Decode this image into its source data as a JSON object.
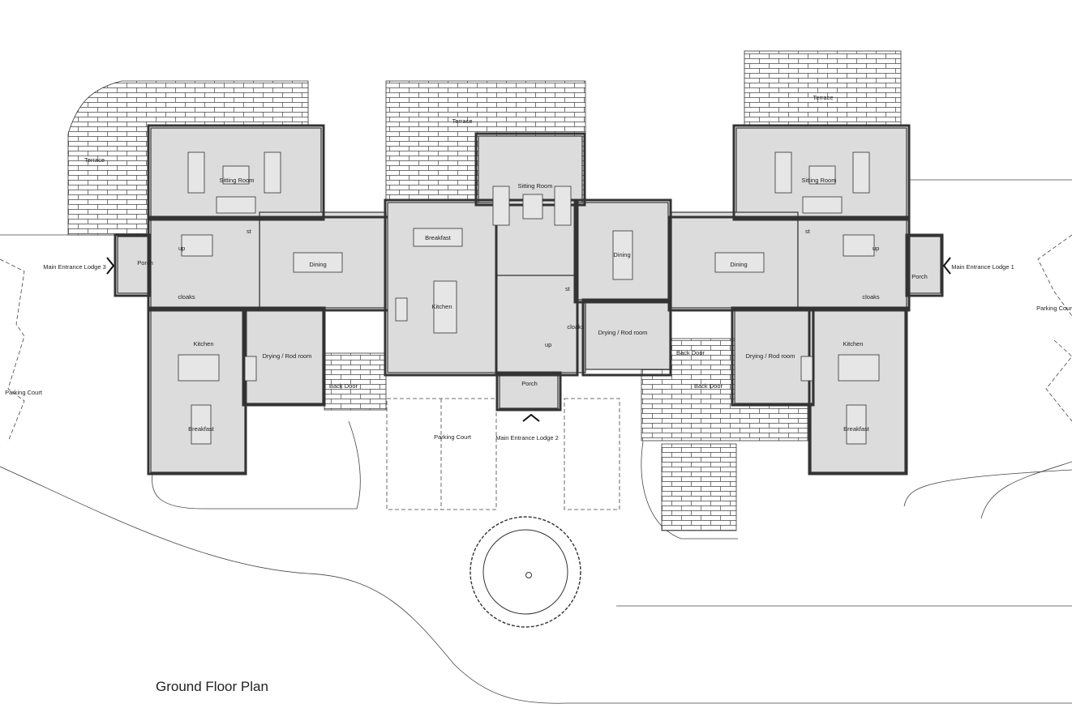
{
  "plan_title": "Ground Floor Plan",
  "terraces": [
    "Terrace",
    "Terrace",
    "Terrace"
  ],
  "lodge1": {
    "sitting": "Sitting Room",
    "dining": "Dining",
    "kitchen": "Kitchen",
    "breakfast": "Breakfast",
    "drying": "Drying / Rod room",
    "cloaks": "cloaks",
    "porch": "Porch",
    "back_door": "Back Door",
    "store": "st",
    "up": "up",
    "entrance": "Main Entrance Lodge 1"
  },
  "lodge2": {
    "sitting": "Sitting Room",
    "breakfast": "Breakfast",
    "kitchen": "Kitchen",
    "dining": "Dining",
    "drying": "Drying / Rod room",
    "cloaks": "cloaks",
    "porch": "Porch",
    "back_door": "Back Door",
    "store": "st",
    "up": "up",
    "entrance": "Main Entrance Lodge 2"
  },
  "lodge3": {
    "sitting": "Sitting Room",
    "dining": "Dining",
    "kitchen": "Kitchen",
    "breakfast": "Breakfast",
    "drying": "Drying / Rod room",
    "cloaks": "cloaks",
    "porch": "Porch",
    "back_door": "Back Door",
    "store": "st",
    "up": "up",
    "entrance": "Main Entrance Lodge 3"
  },
  "parking": [
    "Parking Court",
    "Parking Court",
    "Parking Court"
  ]
}
